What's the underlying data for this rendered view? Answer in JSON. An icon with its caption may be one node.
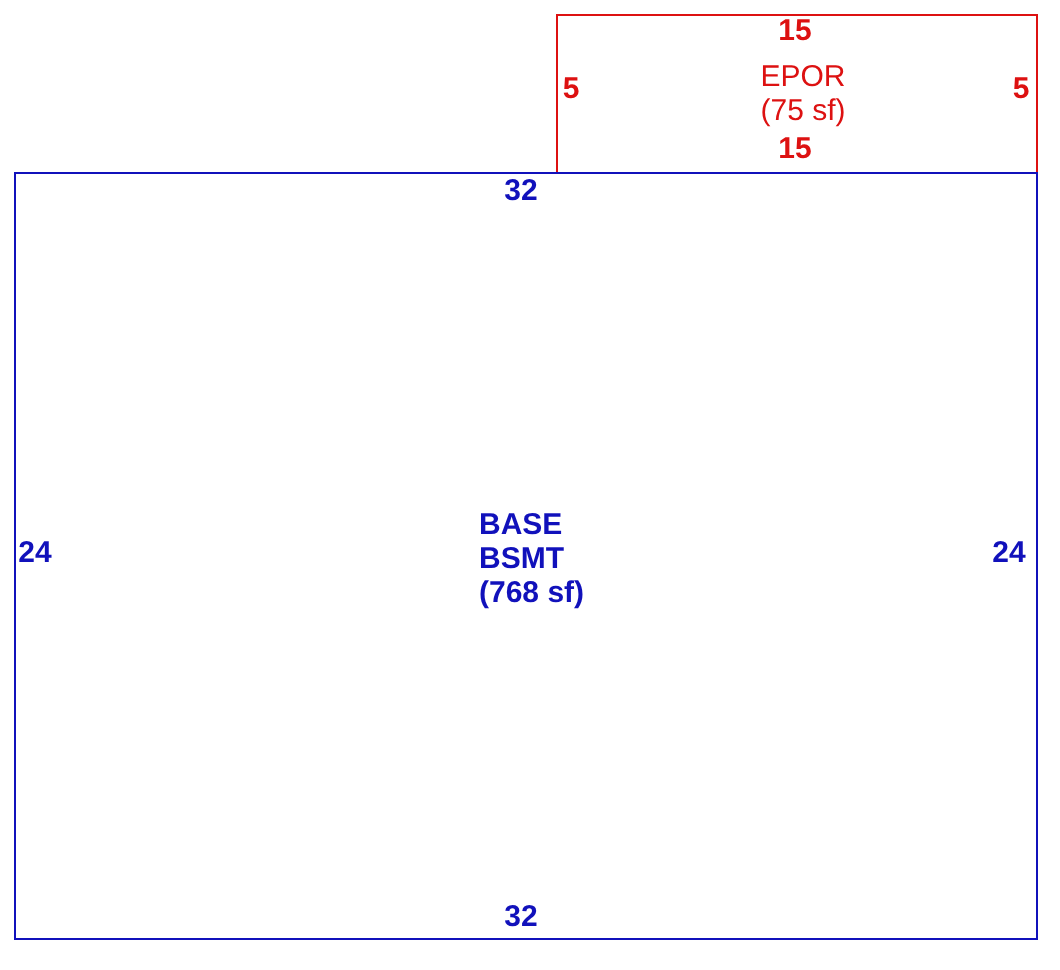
{
  "diagram": {
    "nodes": [
      {
        "text": [
          "15",
          "5",
          "EPOR",
          "(75 sf)",
          "5",
          "15"
        ]
      },
      {
        "text": [
          "32",
          "24",
          "BASE",
          "BSMT",
          "(768 sf)",
          "24",
          "32"
        ]
      }
    ]
  }
}
